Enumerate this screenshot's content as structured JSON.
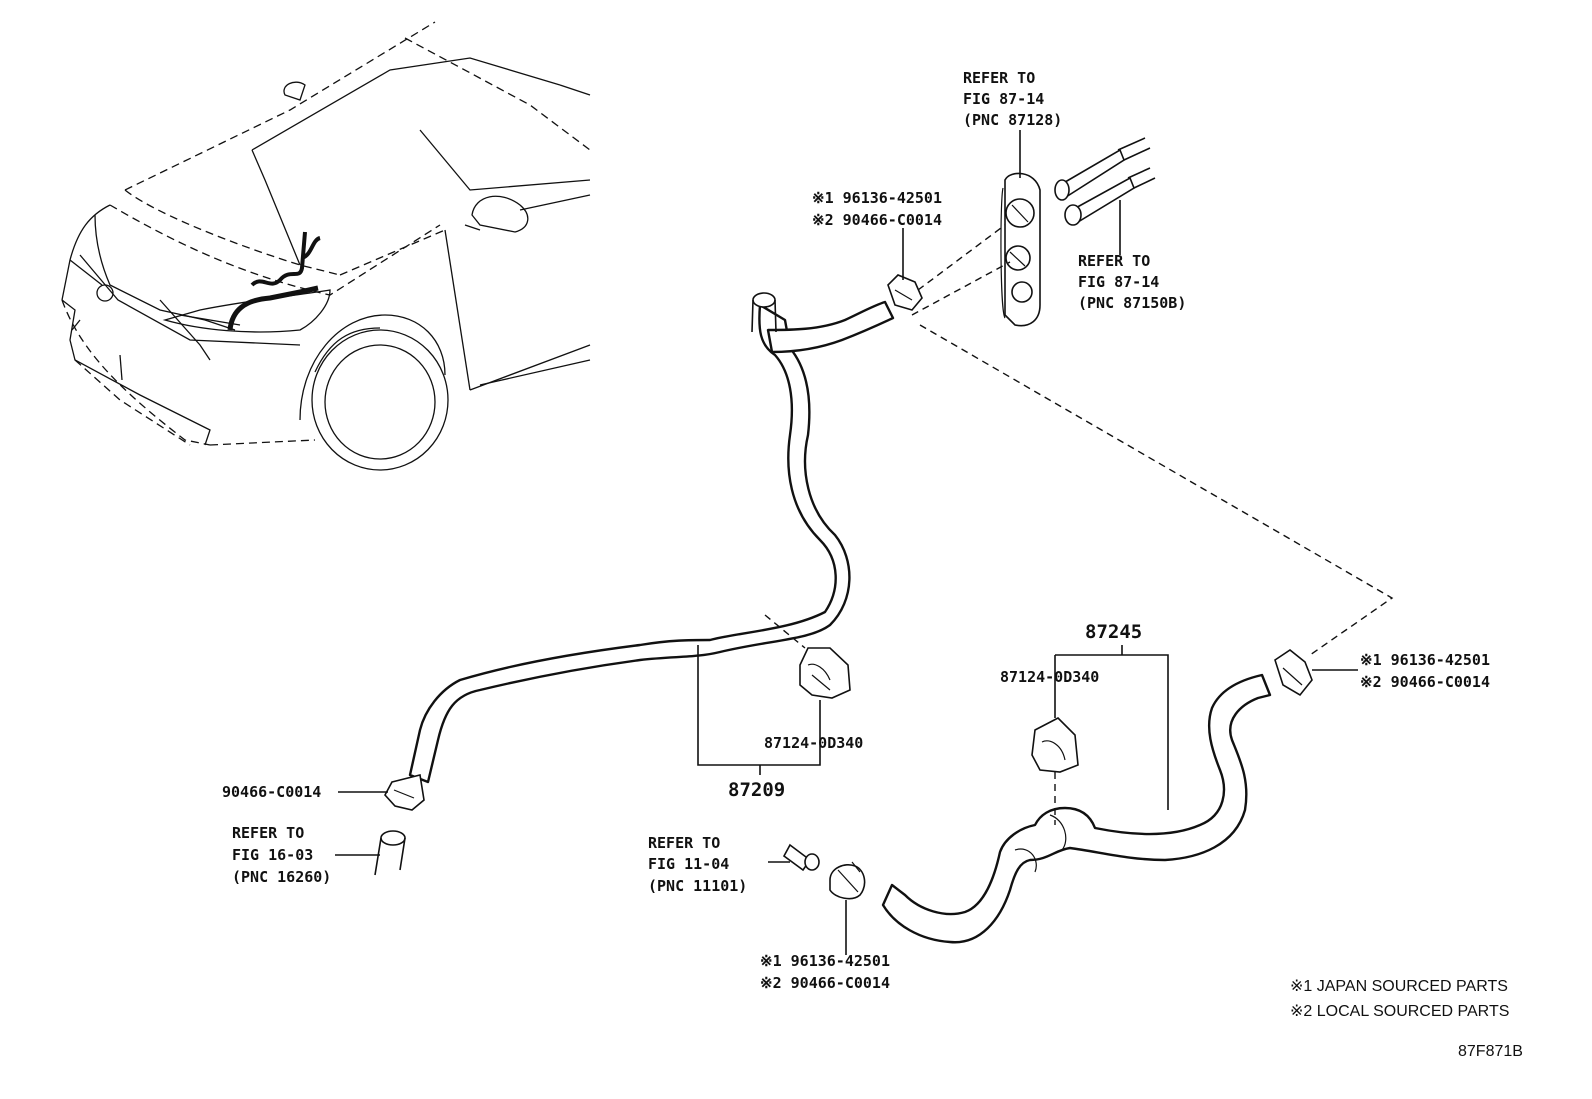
{
  "diagram_id": "87F871B",
  "legend": {
    "note1": "※1 JAPAN SOURCED PARTS",
    "note2": "※2 LOCAL SOURCED PARTS"
  },
  "refs": {
    "valve": {
      "line1": "REFER TO",
      "line2": "FIG 87-14",
      "line3": "(PNC 87128)"
    },
    "pipes": {
      "line1": "REFER TO",
      "line2": "FIG 87-14",
      "line3": "(PNC 87150B)"
    },
    "engine": {
      "line1": "REFER TO",
      "line2": "FIG 16-03",
      "line3": "(PNC 16260)"
    },
    "pipe_11": {
      "line1": "REFER TO",
      "line2": "FIG 11-04",
      "line3": "(PNC 11101)"
    }
  },
  "parts": {
    "hose_upper": "87209",
    "hose_lower": "87245",
    "clamp_upper": "87124-0D340",
    "clamp_lower": "87124-0D340",
    "clip_engine": "90466-C0014",
    "clip_valve": {
      "j": "※1 96136-42501",
      "l": "※2 90466-C0014"
    },
    "clip_right": {
      "j": "※1 96136-42501",
      "l": "※2 90466-C0014"
    },
    "clip_bottom": {
      "j": "※1 96136-42501",
      "l": "※2 90466-C0014"
    }
  }
}
